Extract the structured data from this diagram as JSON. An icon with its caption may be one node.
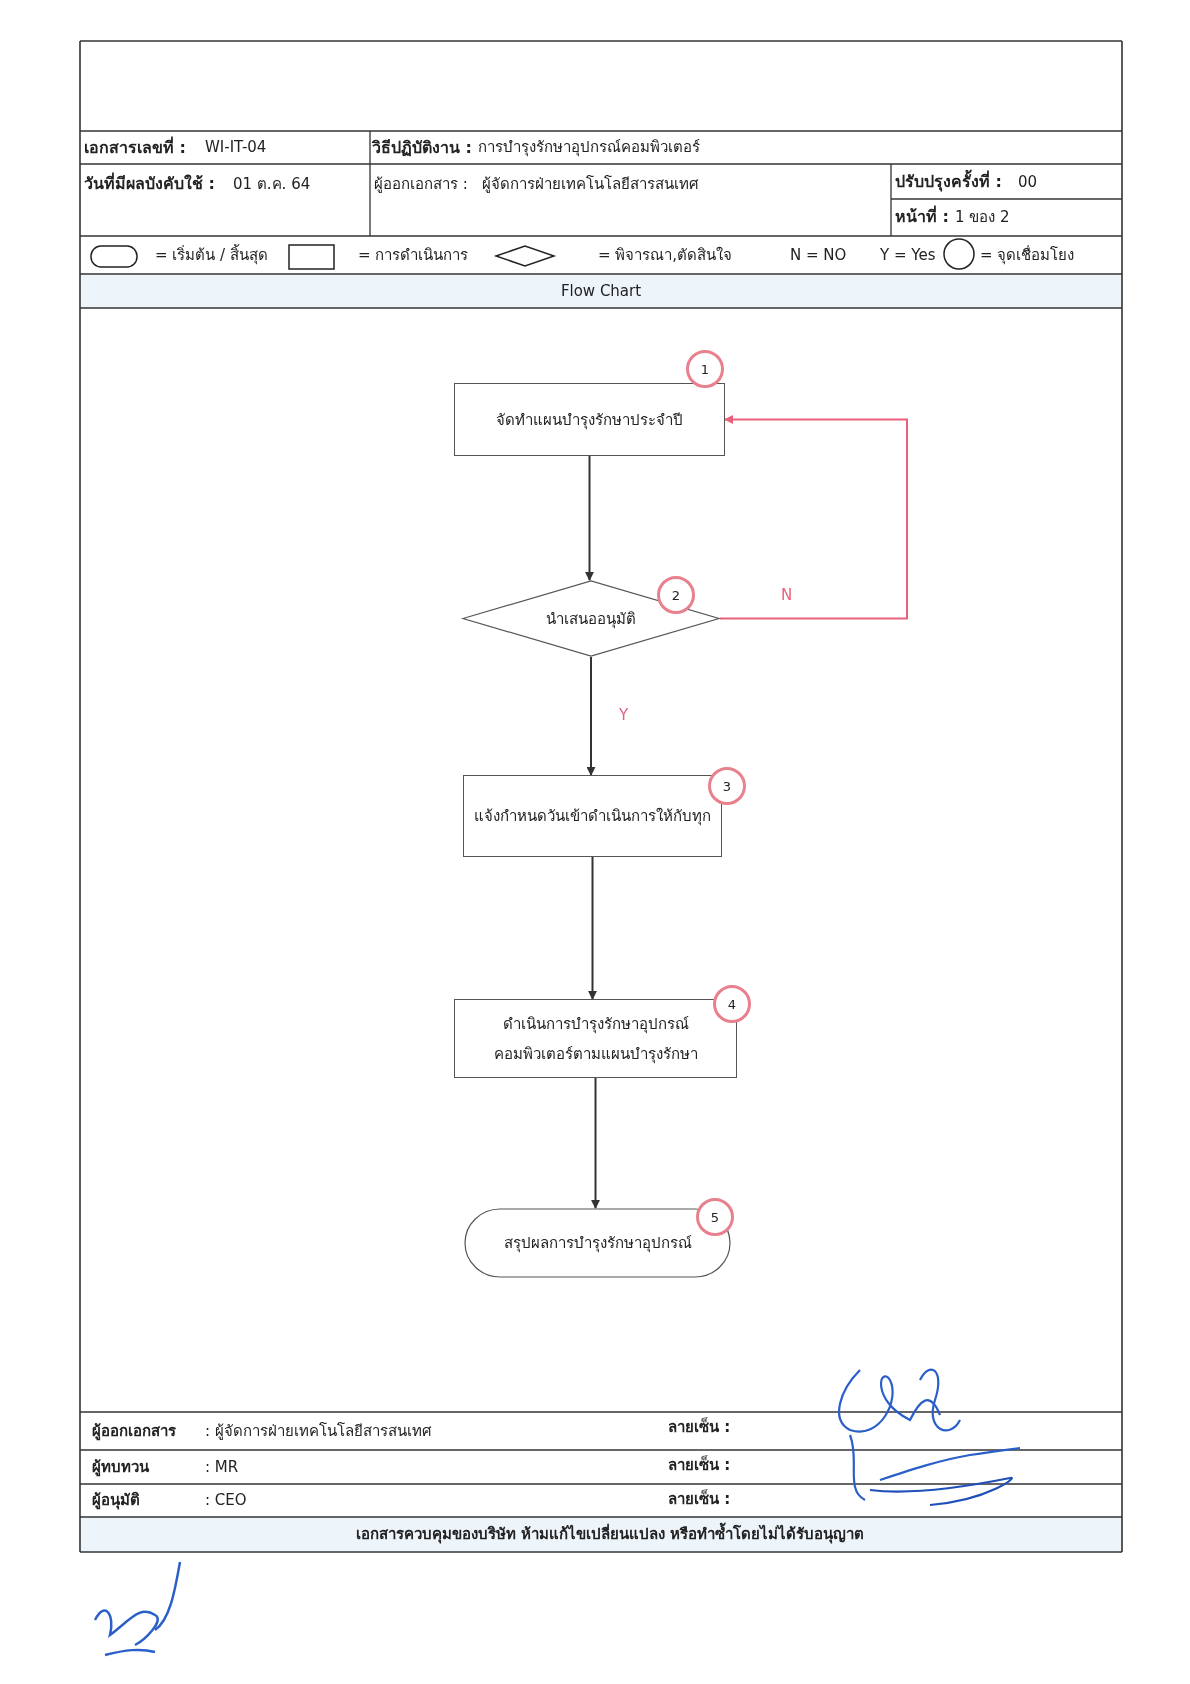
{
  "diagram": {
    "nodes": [
      {
        "text": [
          "จัดทำแผนบำรุงรักษาประจำปี"
        ]
      },
      {
        "text": [
          "1"
        ]
      },
      {
        "text": [
          "นำเสนออนุมัติ"
        ]
      },
      {
        "text": [
          "2"
        ]
      },
      {
        "text": [
          "แจ้งกำหนดวันเข้าดำเนินการให้กับทุก"
        ]
      },
      {
        "text": [
          "3"
        ]
      },
      {
        "text": [
          "ดำเนินการบำรุงรักษาอุปกรณ์ คอมพิวเตอร์ตามแผนบำรุงรักษา"
        ]
      },
      {
        "text": [
          "4"
        ]
      },
      {
        "text": [
          "สรุปผลการบำรุงรักษาอุปกรณ์"
        ]
      },
      {
        "text": [
          "5"
        ]
      }
    ],
    "edges": [
      {
        "from": 0,
        "to": 2,
        "arrow": "to"
      },
      {
        "from": 2,
        "to": 0,
        "arrow": "to",
        "label": "N",
        "color": "#e8607a"
      },
      {
        "from": 2,
        "to": 4,
        "arrow": "to",
        "label": "Y"
      },
      {
        "from": 4,
        "to": 6,
        "arrow": "to"
      },
      {
        "from": 6,
        "to": 8,
        "arrow": "to"
      }
    ],
    "labels": [
      "เอกสารเลขที่ :",
      "WI-IT-04",
      "วิธีปฏิบัติงาน :",
      "การบำรุงรักษาอุปกรณ์คอมพิวเตอร์",
      "วันที่มีผลบังคับใช้ :",
      "01 ต.ค. 64",
      "ผู้ออกเอกสาร :",
      "ผู้จัดการฝ่ายเทคโนโลยีสารสนเทศ",
      "ปรับปรุงครั้งที่ :",
      "00",
      "หน้าที่ :",
      "1 ของ 2",
      "N = NO",
      "Y = Yes",
      "Flow Chart",
      "ผู้ออกเอกสาร",
      ": ผู้จัดการฝ่ายเทคโนโลยีสารสนเทศ",
      "ลายเซ็น :",
      "ผู้ทบทวน",
      ": MR",
      "ลายเซ็น :",
      "ผู้อนุมัติ",
      ": CEO",
      "ลายเซ็น :",
      "เอกสารควบคุมของบริษัท ห้ามแก้ไขเปลี่ยนแปลง หรือทำซ้ำโดยไม่ได้รับอนุญาต"
    ],
    "legend": [
      {
        "text": "= เริ่มต้น / สิ้นสุด"
      },
      {
        "text": "= การดำเนินการ"
      },
      {
        "text": "= พิจารณา,ตัดสินใจ"
      },
      {
        "text": "= จุดเชื่อมโยง"
      }
    ]
  }
}
